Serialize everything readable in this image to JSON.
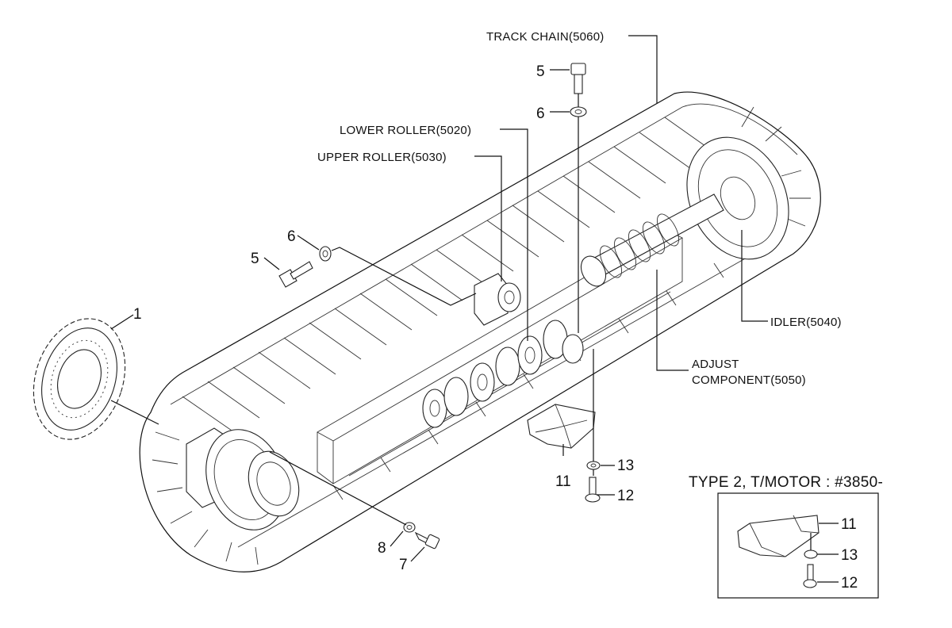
{
  "callouts": {
    "sprocket": "1",
    "bolt_top": "5",
    "washer_top": "6",
    "bolt_left": "5",
    "washer_left": "6",
    "bolt_motor": "7",
    "washer_motor": "8",
    "guard": "11",
    "bolt_guard": "12",
    "washer_guard": "13"
  },
  "labels": {
    "track_chain": "TRACK CHAIN(5060)",
    "lower_roller": "LOWER ROLLER(5020)",
    "upper_roller": "UPPER ROLLER(5030)",
    "idler": "IDLER(5040)",
    "adjust_line1": "ADJUST",
    "adjust_line2": "COMPONENT(5050)"
  },
  "inset": {
    "title": "TYPE 2, T/MOTOR : #3850-",
    "guard": "11",
    "washer": "13",
    "bolt": "12"
  }
}
